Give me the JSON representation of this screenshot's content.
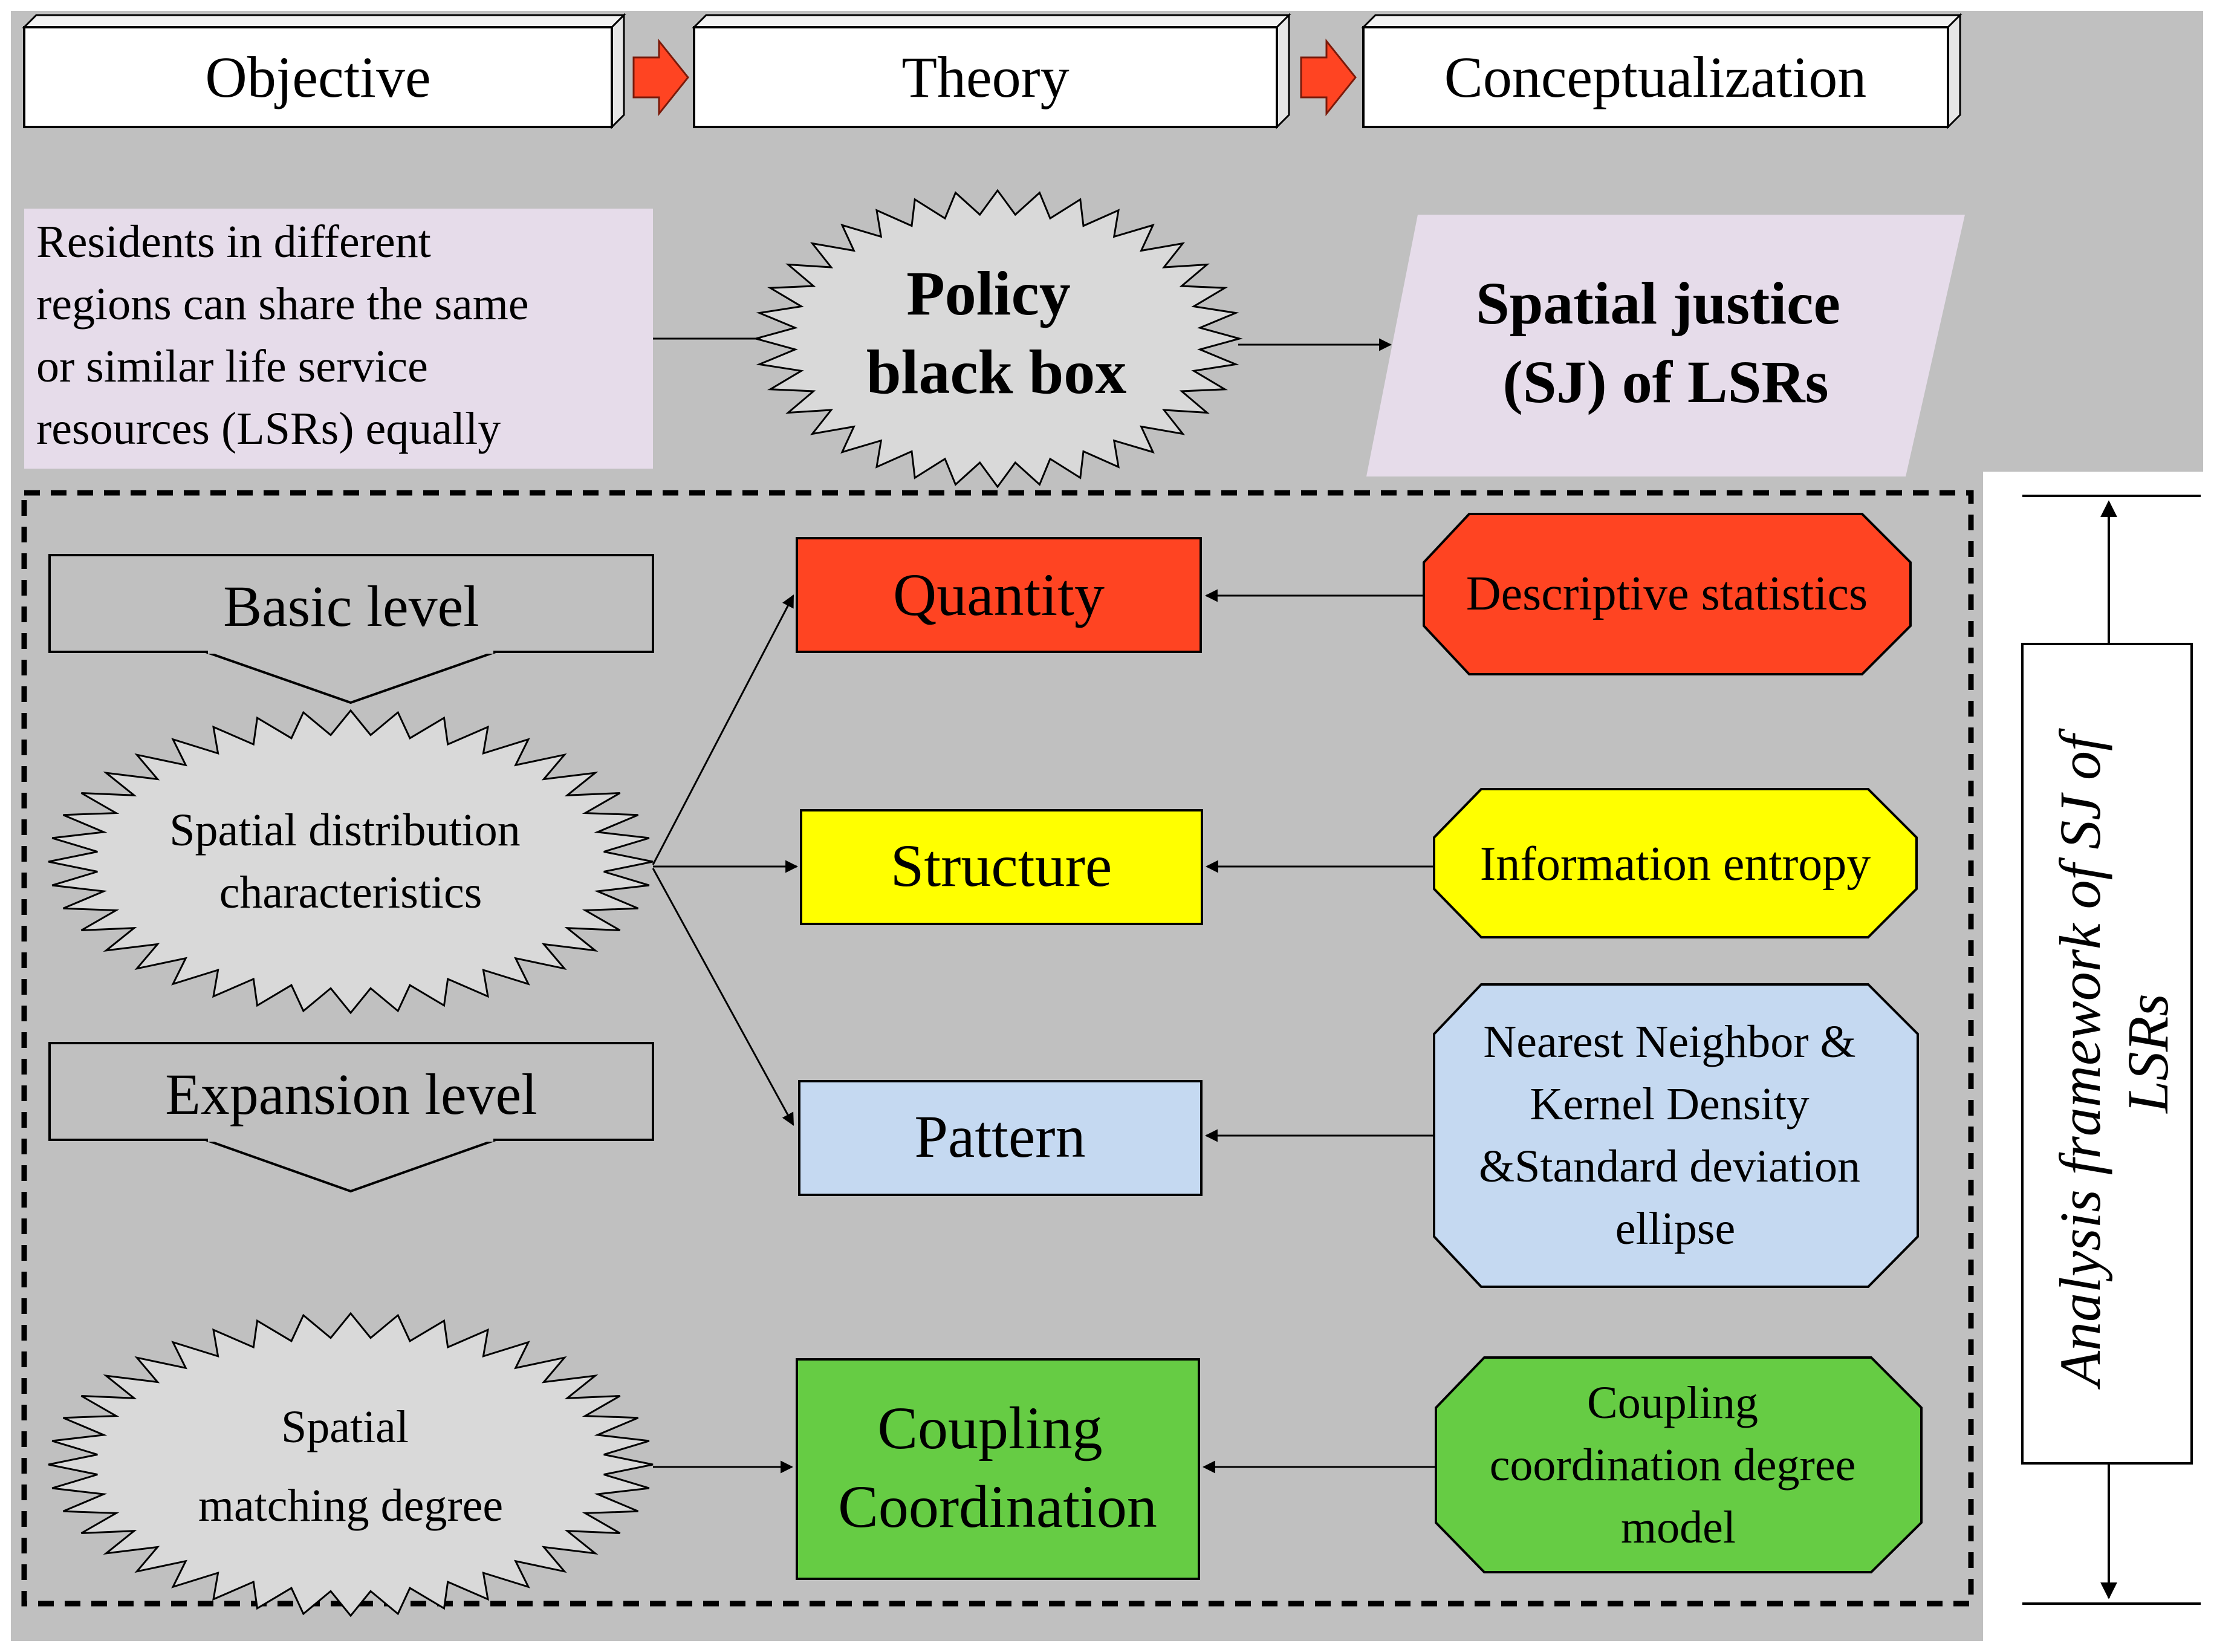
{
  "header": {
    "steps": [
      "Objective",
      "Theory",
      "Conceptualization"
    ]
  },
  "top": {
    "objective_lines": [
      "Residents in different",
      "regions can share the same",
      "or similar life service",
      "resources (LSRs)  equally"
    ],
    "theory_lines": [
      "Policy",
      "black box"
    ],
    "concept_lines": [
      "Spatial justice",
      "(SJ) of LSRs"
    ]
  },
  "levels": {
    "basic": "Basic level",
    "expansion": "Expansion level"
  },
  "bursts": {
    "distribution_lines": [
      "Spatial distribution",
      "characteristics"
    ],
    "matching_lines": [
      "Spatial",
      "matching degree"
    ]
  },
  "aspects": {
    "quantity": [
      "Quantity"
    ],
    "structure": [
      "Structure"
    ],
    "pattern": [
      "Pattern"
    ],
    "coupling": [
      "Coupling",
      "Coordination"
    ]
  },
  "methods": {
    "quantity": [
      "Descriptive statistics"
    ],
    "structure": [
      "Information entropy"
    ],
    "pattern": [
      "Nearest Neighbor &",
      "Kernel Density",
      "&Standard deviation",
      "ellipse"
    ],
    "coupling": [
      "Coupling",
      "coordination degree",
      "model"
    ]
  },
  "side_label": {
    "lines": [
      "Analysis framework of SJ of",
      "LSRs"
    ]
  },
  "colors": {
    "background": "#c0c0c0",
    "quantity": "#ff4422",
    "structure": "#ffff00",
    "pattern": "#c5d9f1",
    "coupling": "#66cc44",
    "pink": "#e6dcea",
    "burst": "#d9d9d9",
    "arrow_red": "#ff4422"
  }
}
